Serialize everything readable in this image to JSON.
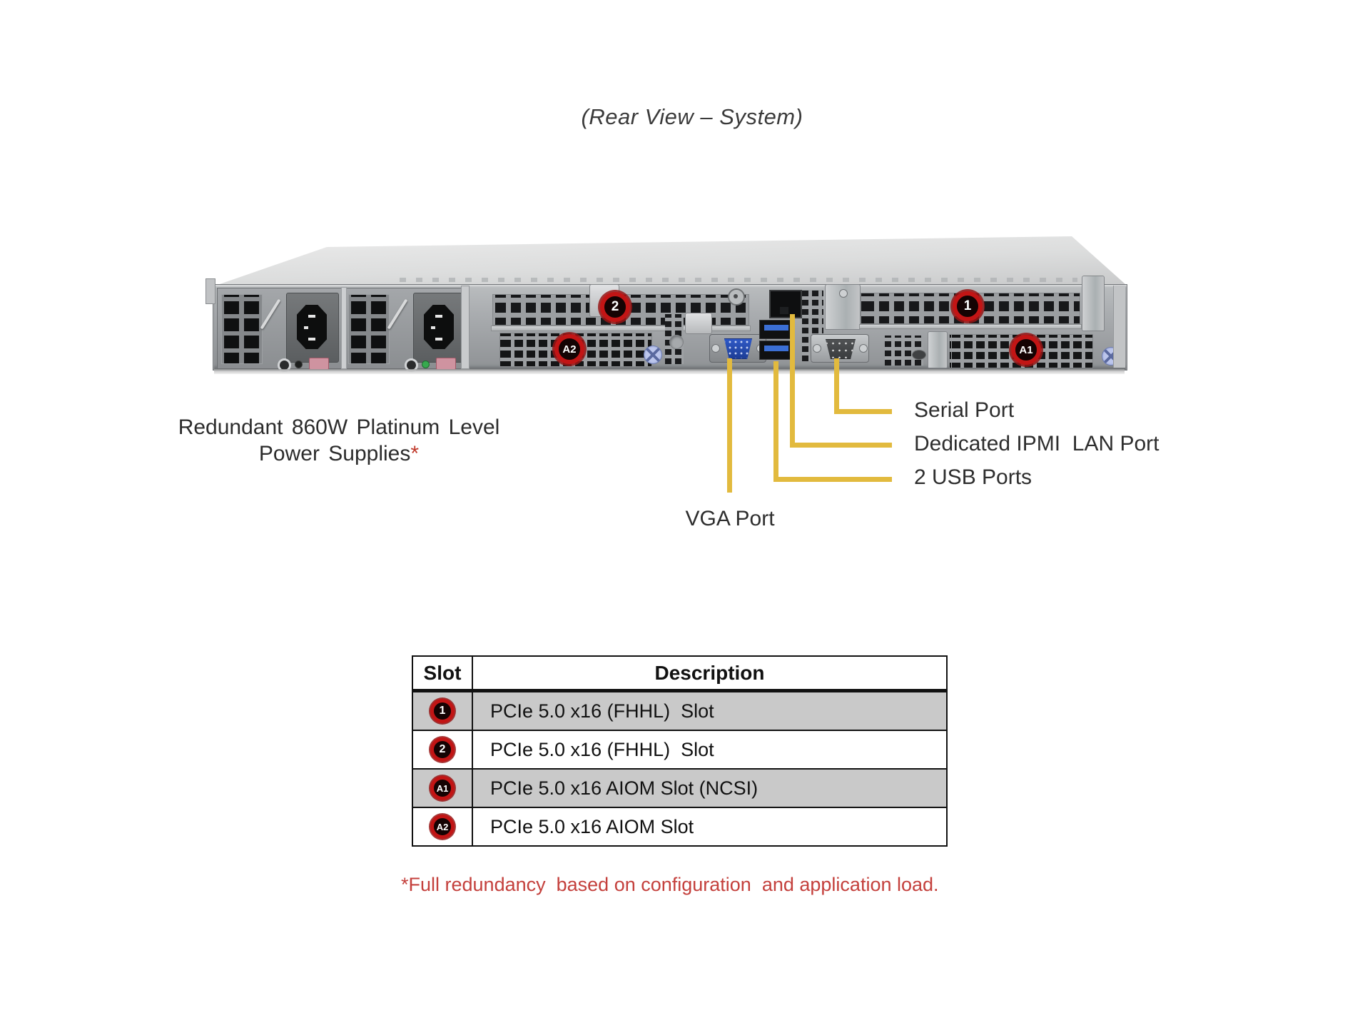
{
  "title": "(Rear View – System)",
  "diagram": {
    "psu_label_line1": "Redundant 860W Platinum Level",
    "psu_label_line2": "Power Supplies",
    "psu_label_asterisk": "*",
    "port_labels": {
      "serial": "Serial Port",
      "ipmi": "Dedicated IPMI  LAN Port",
      "usb": "2 USB Ports",
      "vga": "VGA Port"
    },
    "callouts": {
      "slot1": "1",
      "slot2": "2",
      "aiom1": "A1",
      "aiom2": "A2"
    },
    "colors": {
      "callout_line": "#e2ba3e",
      "callout_ring_red": "#c21515",
      "footnote_red": "#c4403c",
      "table_shaded_row": "#c9c9c9",
      "chassis_gray": "#a9acaf"
    }
  },
  "table": {
    "headers": [
      "Slot",
      "Description"
    ],
    "rows": [
      {
        "slot": "1",
        "description": "PCIe 5.0 x16 (FHHL)  Slot"
      },
      {
        "slot": "2",
        "description": "PCIe 5.0 x16 (FHHL)  Slot"
      },
      {
        "slot": "A1",
        "description": "PCIe 5.0 x16 AIOM Slot (NCSI)"
      },
      {
        "slot": "A2",
        "description": "PCIe 5.0 x16 AIOM Slot"
      }
    ]
  },
  "footnote": "*Full redundancy  based on configuration  and application load."
}
